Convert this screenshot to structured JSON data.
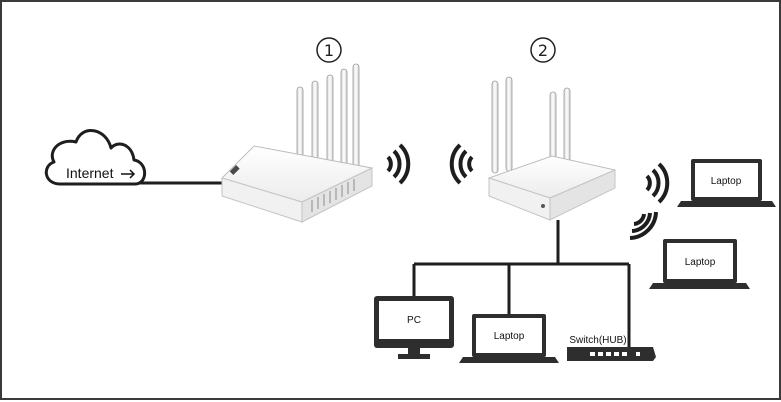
{
  "cloud": {
    "label": "Internet"
  },
  "routers": [
    {
      "number": "1"
    },
    {
      "number": "2"
    }
  ],
  "devices": {
    "laptop_top": "Laptop",
    "laptop_mid": "Laptop",
    "pc": "PC",
    "laptop_bottom": "Laptop",
    "switch": "Switch(HUB)"
  },
  "colors": {
    "line": "#1e1e1e",
    "device_dark": "#2e2e2e",
    "screen": "#ffffff",
    "router_body": "#f3f3f3"
  }
}
